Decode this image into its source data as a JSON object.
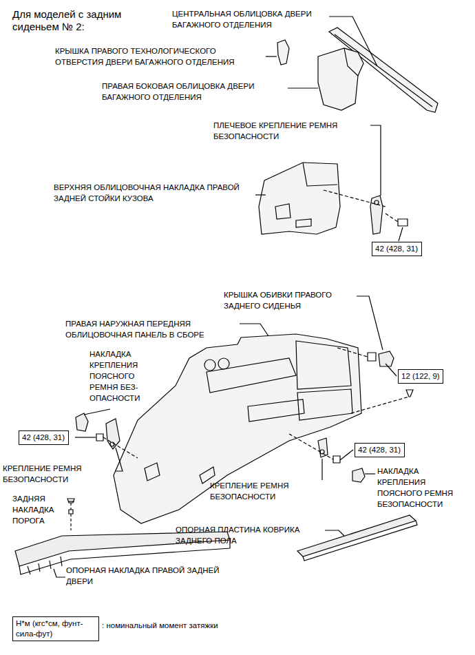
{
  "diagram": {
    "title": "Для моделей с задним сиденьем № 2:",
    "nodes": [
      {
        "text": [
          "42 (428, 31)"
        ]
      },
      {
        "text": [
          "12 (122, 9)"
        ]
      },
      {
        "text": [
          "42 (428, 31)"
        ]
      },
      {
        "text": [
          "42 (428, 31)"
        ]
      },
      {
        "text": [
          "Н*м (кгс*см, фунт-сила-фут)"
        ]
      }
    ],
    "labels": [
      "ЦЕНТРАЛЬНАЯ ОБЛИЦОВКА ДВЕРИ БАГАЖНОГО ОТДЕЛЕНИЯ",
      "КРЫШКА ПРАВОГО ТЕХНОЛОГИЧЕСКОГО ОТВЕРСТИЯ ДВЕРИ БАГАЖНОГО ОТДЕЛЕНИЯ",
      "ПРАВАЯ БОКОВАЯ ОБЛИЦОВКА ДВЕРИ БАГАЖНОГО ОТДЕЛЕНИЯ",
      "ПЛЕЧЕВОЕ КРЕПЛЕНИЕ РЕМНЯ БЕЗОПАСНОСТИ",
      "ВЕРХНЯЯ ОБЛИЦОВОЧНАЯ НАКЛАДКА ПРАВОЙ ЗАДНЕЙ СТОЙКИ КУЗОВА",
      "КРЫШКА ОБИВКИ ПРАВОГО ЗАДНЕГО СИДЕНЬЯ",
      "ПРАВАЯ НАРУЖНАЯ ПЕРЕДНЯЯ ОБЛИЦОВОЧНАЯ ПАНЕЛЬ В СБОРЕ",
      "НАКЛАДКА КРЕПЛЕНИЯ ПОЯСНОГО РЕМНЯ БЕЗ-ОПАСНОСТИ",
      "КРЕПЛЕНИЕ РЕМНЯ БЕЗОПАСНОСТИ",
      "ЗАДНЯЯ НАКЛАДКА ПОРОГА",
      "КРЕПЛЕНИЕ РЕМНЯ БЕЗОПАСНОСТИ",
      "НАКЛАДКА КРЕПЛЕНИЯ ПОЯСНОГО РЕМНЯ БЕЗОПАСНОСТИ",
      "ОПОРНАЯ ПЛАСТИНА КОВРИКА ЗАДНЕГО ПОЛА",
      "ОПОРНАЯ НАКЛАДКА ПРАВОЙ ЗАДНЕЙ ДВЕРИ",
      ": номинальный момент затяжки"
    ]
  }
}
